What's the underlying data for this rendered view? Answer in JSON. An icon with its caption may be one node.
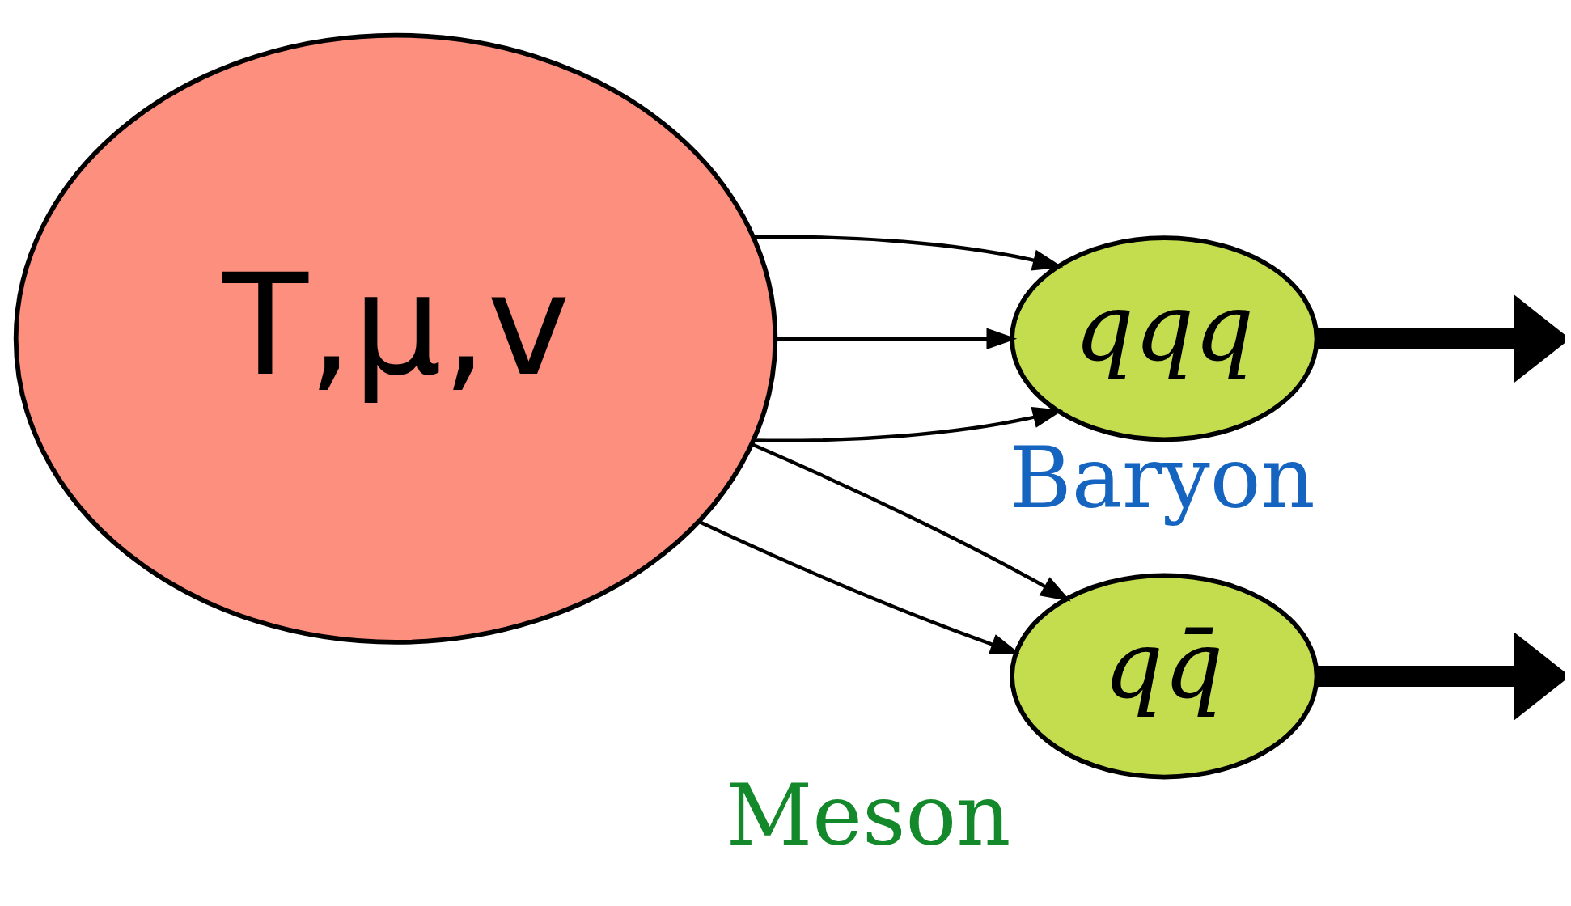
{
  "diagram": {
    "nodes": [
      {
        "text": [
          "T,μ,v"
        ]
      },
      {
        "text": [
          "qqq"
        ],
        "beside": [
          "Baryon"
        ]
      },
      {
        "text": [
          "qq̄"
        ],
        "beside": [
          "Meson"
        ]
      }
    ],
    "edges": [
      {
        "from": 0,
        "to": 1,
        "arrow": "to"
      },
      {
        "from": 0,
        "to": 1,
        "arrow": "to"
      },
      {
        "from": 0,
        "to": 1,
        "arrow": "to"
      },
      {
        "from": 0,
        "to": 2,
        "arrow": "to"
      },
      {
        "from": 0,
        "to": 2,
        "arrow": "to"
      },
      {
        "from": 1,
        "to": null,
        "arrow": "to",
        "style": "thick"
      },
      {
        "from": 2,
        "to": null,
        "arrow": "to",
        "style": "thick"
      }
    ]
  }
}
